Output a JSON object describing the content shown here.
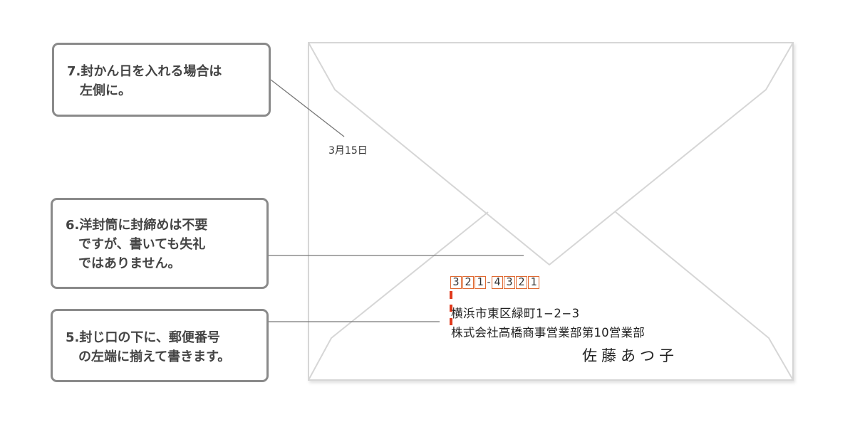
{
  "callouts": {
    "seal_date": {
      "line1": "7.封かん日を入れる場合は",
      "line2": "左側に。"
    },
    "seal_note": {
      "line1": "6.洋封筒に封締めは不要",
      "line2": "ですが、書いても失礼",
      "line3": "ではありません。"
    },
    "alignment": {
      "line1": "5.封じ口の下に、郵便番号",
      "line2": "の左端に揃えて書きます。"
    }
  },
  "envelope": {
    "seal_date": "3月15日",
    "postal_code": {
      "first": [
        "3",
        "2",
        "1"
      ],
      "separator": "-",
      "second": [
        "4",
        "3",
        "2",
        "1"
      ]
    },
    "address_line1": "横浜市東区緑町1−2−3",
    "address_line2": "株式会社高橋商事営業部第10営業部",
    "recipient": "佐藤あつ子"
  },
  "colors": {
    "callout_border": "#8a8a8a",
    "envelope_line": "#d6d6d6",
    "leader_line": "#777777",
    "postal_box": "#e06a32",
    "alignment_marker": "#e03a1c"
  }
}
